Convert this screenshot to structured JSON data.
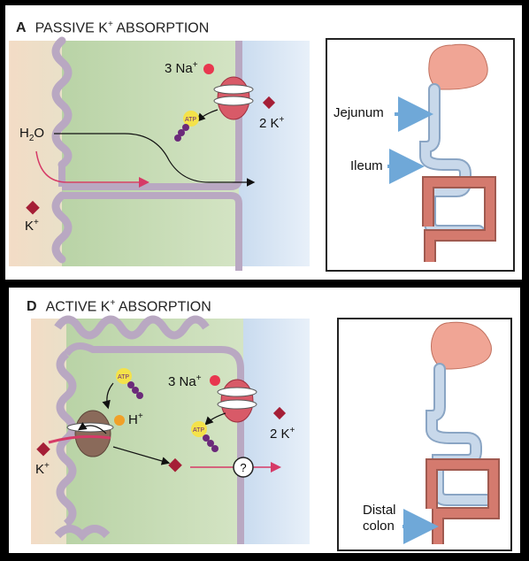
{
  "panelA": {
    "letter": "A",
    "title_main": "PASSIVE K",
    "title_sup": "+",
    "title_rest": " ABSORPTION",
    "na_count": "3 Na",
    "na_sup": "+",
    "k_count": "2 K",
    "k_sup": "+",
    "water_main": "H",
    "water_sub": "2",
    "water_end": "O",
    "k_left": "K",
    "k_left_sup": "+",
    "atp": "ATP",
    "segment_label_1": "Jejunum",
    "segment_label_2": "Ileum"
  },
  "panelD": {
    "letter": "D",
    "title_main": "ACTIVE K",
    "title_sup": "+",
    "title_rest": " ABSORPTION",
    "na_count": "3 Na",
    "na_sup": "+",
    "k_count": "2 K",
    "k_sup": "+",
    "h_label": "H",
    "h_sup": "+",
    "k_left": "K",
    "k_left_sup": "+",
    "question": "?",
    "atp": "ATP",
    "segment_label_line1": "Distal",
    "segment_label_line2": "colon"
  },
  "colors": {
    "cell_green": "#c7dcb3",
    "membrane": "#b9a8c2",
    "lumen_peach": "#f3dcc6",
    "blood_blue": "#d6e4f4",
    "pump_red": "#d85a68",
    "k_diamond": "#a51e36",
    "na_dot": "#e8374f",
    "h_dot": "#f0a028",
    "arrow_pink": "#d63a67",
    "arrow_blue": "#6fa8d8",
    "stomach_pink": "#f0a595",
    "intestine_blue": "#c8d8ea",
    "colon_red": "#d47a6e"
  }
}
